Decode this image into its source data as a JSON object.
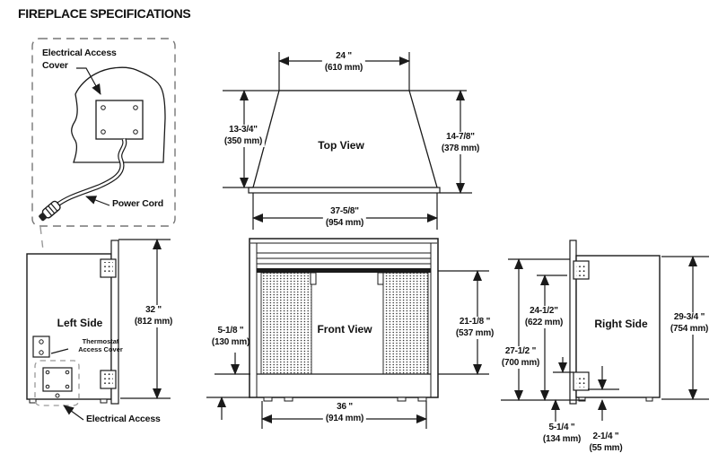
{
  "title": "FIREPLACE SPECIFICATIONS",
  "detail_inset": {
    "electrical_access_cover_line1": "Electrical Access",
    "electrical_access_cover_line2": "Cover",
    "power_cord": "Power Cord"
  },
  "top_view": {
    "label": "Top View",
    "dims": {
      "top_width": {
        "in": "24 \"",
        "mm": "(610 mm)"
      },
      "left_depth": {
        "in": "13-3/4\"",
        "mm": "(350 mm)"
      },
      "right_depth": {
        "in": "14-7/8\"",
        "mm": "(378 mm)"
      },
      "base_width": {
        "in": "37-5/8\"",
        "mm": "(954 mm)"
      }
    }
  },
  "front_view": {
    "label": "Front View",
    "dims": {
      "hearth_height": {
        "in": "5-1/8 \"",
        "mm": "(130 mm)"
      },
      "opening_height": {
        "in": "21-1/8 \"",
        "mm": "(537 mm)"
      },
      "base_width": {
        "in": "36 \"",
        "mm": "(914 mm)"
      }
    }
  },
  "left_side": {
    "label": "Left Side",
    "thermostat_line1": "Thermostat",
    "thermostat_line2": "Access Cover",
    "electrical_access": "Electrical Access",
    "dims": {
      "overall_height": {
        "in": "32 \"",
        "mm": "(812 mm)"
      }
    }
  },
  "right_side": {
    "label": "Right Side",
    "dims": {
      "upper_vent_bottom": {
        "in": "24-1/2\"",
        "mm": "(622 mm)"
      },
      "upper_vent_top": {
        "in": "27-1/2 \"",
        "mm": "(700 mm)"
      },
      "overall_height": {
        "in": "29-3/4 \"",
        "mm": "(754 mm)"
      },
      "lower_vent_top": {
        "in": "5-1/4 \"",
        "mm": "(134 mm)"
      },
      "lower_vent_bottom": {
        "in": "2-1/4 \"",
        "mm": "(55 mm)"
      }
    }
  },
  "colors": {
    "line": "#1a1a1a",
    "text": "#111111",
    "dashed": "#888888"
  }
}
